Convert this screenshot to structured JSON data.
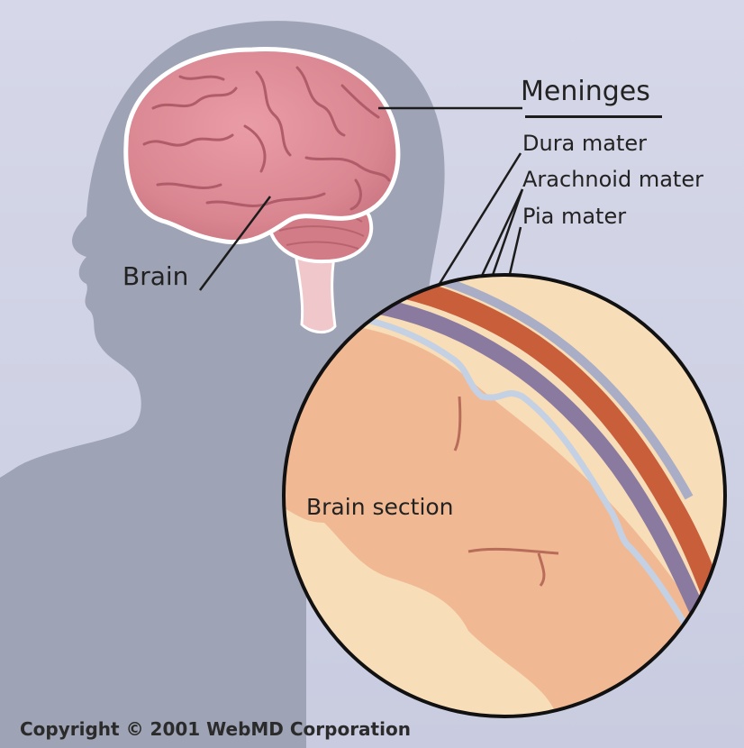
{
  "labels": {
    "meninges": "Meninges",
    "dura_mater": "Dura mater",
    "arachnoid_mater": "Arachnoid mater",
    "pia_mater": "Pia mater",
    "brain": "Brain",
    "brain_section": "Brain section"
  },
  "copyright": "Copyright © 2001 WebMD Corporation",
  "colors": {
    "background": "#cfd2e4",
    "head_silhouette": "#9ea3b5",
    "brain": "#e08e98",
    "dura": "#c95e3b",
    "arachnoid": "#8b7aa0",
    "pia": "#b9c6dc",
    "cortex": "#f3c29c",
    "white_matter": "#f7ddb8"
  }
}
